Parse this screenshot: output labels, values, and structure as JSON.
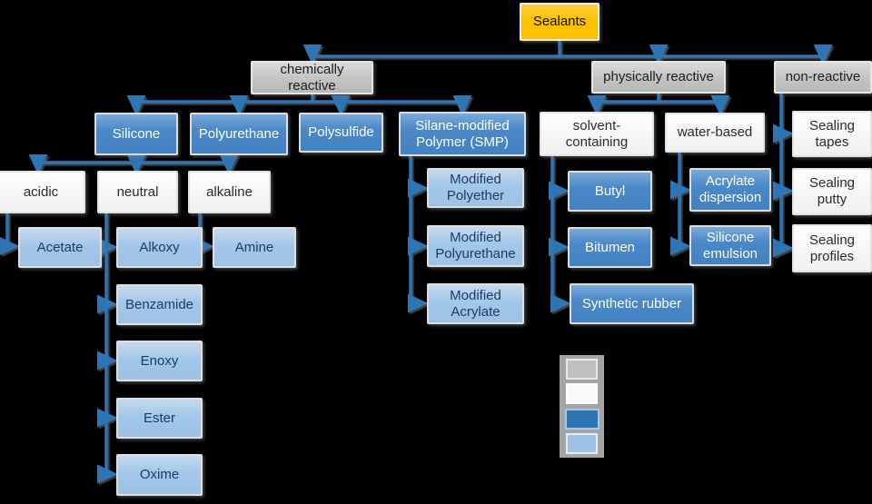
{
  "nodes": {
    "sealants": "Sealants",
    "chemically_reactive": "chemically reactive",
    "physically_reactive": "physically reactive",
    "non_reactive": "non-reactive",
    "silicone": "Silicone",
    "polyurethane": "Polyurethane",
    "polysulfide": "Polysulfide",
    "smp": "Silane-modified Polymer (SMP)",
    "solvent_containing": "solvent-containing",
    "water_based": "water-based",
    "acidic": "acidic",
    "neutral": "neutral",
    "alkaline": "alkaline",
    "acetate": "Acetate",
    "alkoxy": "Alkoxy",
    "amine": "Amine",
    "benzamide": "Benzamide",
    "enoxy": "Enoxy",
    "ester": "Ester",
    "oxime": "Oxime",
    "modified_polyether": "Modified Polyether",
    "modified_polyurethane": "Modified Polyurethane",
    "modified_acrylate": "Modified Acrylate",
    "butyl": "Butyl",
    "bitumen": "Bitumen",
    "synthetic_rubber": "Synthetic rubber",
    "acrylate_dispersion": "Acrylate dispersion",
    "silicone_emulsion": "Silicone emulsion",
    "sealing_tapes": "Sealing tapes",
    "sealing_putty": "Sealing putty",
    "sealing_profiles": "Sealing profiles"
  },
  "colors": {
    "background": "#000000",
    "root_fill": "#ffc000",
    "category_fill": "#bfbfbf",
    "type_fill": "#4a87c6",
    "subtype_fill": "#9cc2e5",
    "plain_fill": "#f5f5f5",
    "connector": "#2e75b6",
    "legend_swatches": [
      "#bfbfbf",
      "#f8f8f8",
      "#2e75b6",
      "#9cc2e5"
    ]
  }
}
